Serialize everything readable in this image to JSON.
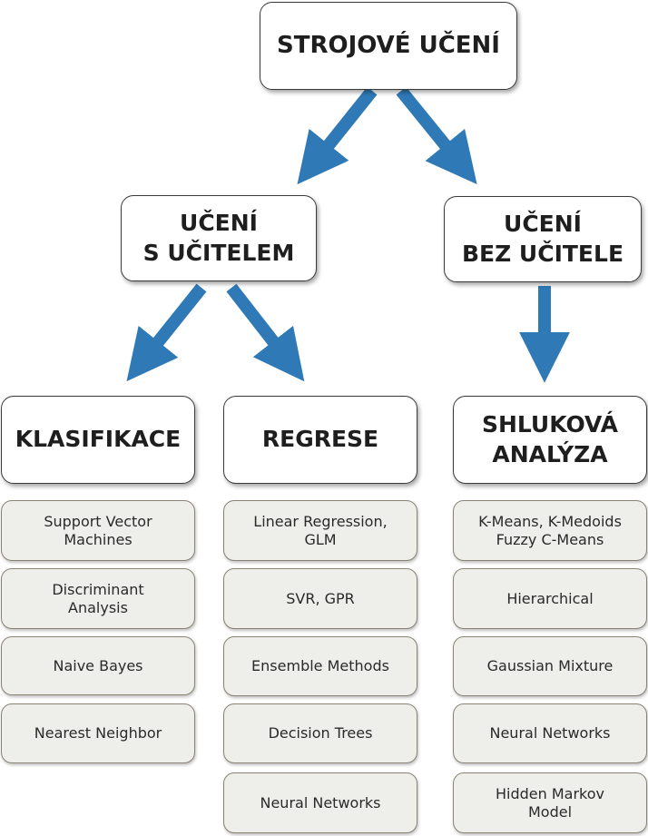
{
  "root": {
    "label": "STROJOVÉ UČENÍ"
  },
  "supervised": {
    "line1": "UČENÍ",
    "line2": "S UČITELEM"
  },
  "unsupervised": {
    "line1": "UČENÍ",
    "line2": "BEZ UČITELE"
  },
  "classification": {
    "label": "KLASIFIKACE",
    "items": [
      {
        "line1": "Support Vector",
        "line2": "Machines"
      },
      {
        "line1": "Discriminant",
        "line2": "Analysis"
      },
      {
        "line1": "Naive Bayes",
        "line2": ""
      },
      {
        "line1": "Nearest Neighbor",
        "line2": ""
      }
    ]
  },
  "regression": {
    "label": "REGRESE",
    "items": [
      {
        "line1": "Linear Regression,",
        "line2": "GLM"
      },
      {
        "line1": "SVR, GPR",
        "line2": ""
      },
      {
        "line1": "Ensemble Methods",
        "line2": ""
      },
      {
        "line1": "Decision Trees",
        "line2": ""
      },
      {
        "line1": "Neural Networks",
        "line2": ""
      }
    ]
  },
  "clustering": {
    "line1": "SHLUKOVÁ",
    "line2": "ANALÝZA",
    "items": [
      {
        "line1": "K-Means, K-Medoids",
        "line2": "Fuzzy C-Means"
      },
      {
        "line1": "Hierarchical",
        "line2": ""
      },
      {
        "line1": "Gaussian Mixture",
        "line2": ""
      },
      {
        "line1": "Neural Networks",
        "line2": ""
      },
      {
        "line1": "Hidden Markov",
        "line2": "Model"
      }
    ]
  },
  "colors": {
    "arrow": "#2f7ab6",
    "leaf_bg": "#eeeeea",
    "leaf_border": "#8a8275",
    "node_border": "#3a3a3a"
  }
}
